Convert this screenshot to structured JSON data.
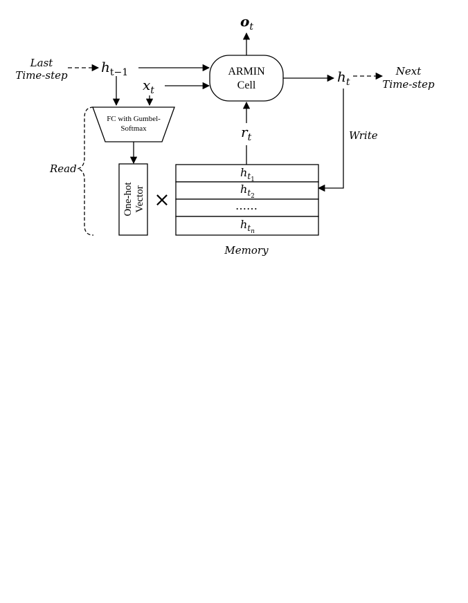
{
  "labels": {
    "last_line1": "Last",
    "last_line2": "Time-step",
    "next_line1": "Next",
    "next_line2": "Time-step",
    "h_prev_base": "h",
    "h_prev_sub": "t−1",
    "x_base": "x",
    "x_sub": "t",
    "o_base": "o",
    "o_sub": "t",
    "r_base": "r",
    "r_sub": "t",
    "h_t_base": "h",
    "h_t_sub": "t",
    "armin_line1": "ARMIN",
    "armin_line2": "Cell",
    "fc_line1": "FC with Gumbel-",
    "fc_line2": "Softmax",
    "onehot_line1": "One-hot",
    "onehot_line2": "Vector",
    "times": "×",
    "read": "Read",
    "write": "Write",
    "memory": "Memory"
  },
  "memory_slots": [
    {
      "base": "h",
      "sub": "t",
      "subsub": "1"
    },
    {
      "base": "h",
      "sub": "t",
      "subsub": "2"
    },
    {
      "text": "……"
    },
    {
      "base": "h",
      "sub": "t",
      "subsub": "n"
    }
  ],
  "colors": {
    "stroke": "#000000",
    "background": "#ffffff"
  }
}
